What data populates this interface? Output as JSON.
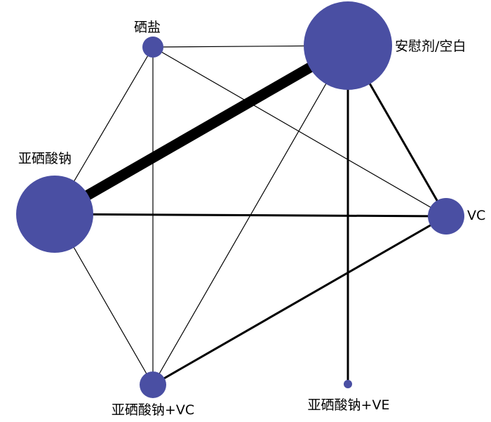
{
  "diagram": {
    "type": "network-meta-analysis",
    "node_color": "#4a4fa3",
    "edge_color": "#000000",
    "nodes": [
      {
        "id": "se_salt",
        "label": "硒盐"
      },
      {
        "id": "placebo",
        "label": "安慰剂/空白"
      },
      {
        "id": "sodium_selenite",
        "label": "亚硒酸钠"
      },
      {
        "id": "vc",
        "label": "VC"
      },
      {
        "id": "sodium_selenite_vc",
        "label": "亚硒酸钠+VC"
      },
      {
        "id": "sodium_selenite_ve",
        "label": "亚硒酸钠+VE"
      }
    ],
    "edges": [
      {
        "from": "sodium_selenite",
        "to": "placebo",
        "weight": "very-thick"
      },
      {
        "from": "se_salt",
        "to": "placebo",
        "weight": "thin"
      },
      {
        "from": "se_salt",
        "to": "sodium_selenite",
        "weight": "thin"
      },
      {
        "from": "se_salt",
        "to": "sodium_selenite_vc",
        "weight": "thin"
      },
      {
        "from": "se_salt",
        "to": "vc",
        "weight": "thin"
      },
      {
        "from": "placebo",
        "to": "vc",
        "weight": "medium"
      },
      {
        "from": "placebo",
        "to": "sodium_selenite_ve",
        "weight": "medium"
      },
      {
        "from": "placebo",
        "to": "sodium_selenite_vc",
        "weight": "thin"
      },
      {
        "from": "sodium_selenite",
        "to": "vc",
        "weight": "medium"
      },
      {
        "from": "sodium_selenite",
        "to": "sodium_selenite_vc",
        "weight": "thin"
      },
      {
        "from": "vc",
        "to": "sodium_selenite_vc",
        "weight": "medium"
      }
    ]
  }
}
